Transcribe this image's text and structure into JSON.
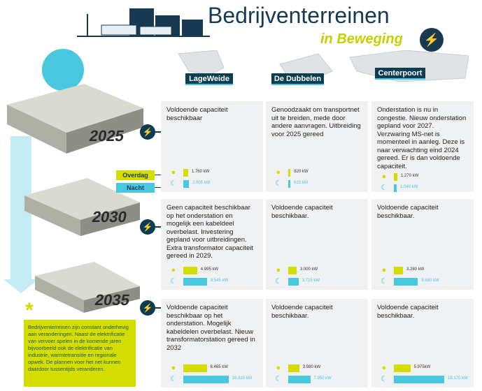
{
  "header": {
    "title": "Bedrijventerreinen",
    "subtitle": "in Beweging"
  },
  "legend": {
    "day": "Overdag",
    "night": "Nacht"
  },
  "colors": {
    "navy": "#0b3d52",
    "day": "#d4dc00",
    "night": "#49c7de",
    "card": "#f0f1f3"
  },
  "areas": [
    "LageWeide",
    "De Dubbelen",
    "Centerpoort"
  ],
  "years": [
    {
      "year": "2025",
      "cells": [
        {
          "text": "Voldoende capaciteit beschikbaar",
          "day_kw": 1760,
          "day": "1.760 kW",
          "night_kw": 2005,
          "night": "2.005 kW"
        },
        {
          "text": "Genoodzaakt om transportnet uit te breiden, mede door andere aanvragen. Uitbreiding voor 2025 gereed",
          "day_kw": 820,
          "day": "820 kW",
          "night_kw": 615,
          "night": "615 kW"
        },
        {
          "text": "Onderstation is nu in congestie. Nieuw onderstation gepland voor 2027. Verzwaring MS-net is momenteel in aanleg. Deze is naar verwachting eind 2024 gereed. Er is dan voldoende capaciteit.",
          "day_kw": 1270,
          "day": "1.270 kW",
          "night_kw": 1040,
          "night": "1.040 kW"
        }
      ]
    },
    {
      "year": "2030",
      "cells": [
        {
          "text": "Geen capaciteit beschikbaar op het onderstation en mogelijk een kabeldeel overbelast. Investering gepland voor uitbreidingen. Extra transformator capaciteit gereed in 2029.",
          "day_kw": 4995,
          "day": "4.995 kW",
          "night_kw": 8545,
          "night": "8.545 kW"
        },
        {
          "text": "Voldoende capaciteit beschikbaar.",
          "day_kw": 3000,
          "day": "3.000 kW",
          "night_kw": 3715,
          "night": "3.715 kW"
        },
        {
          "text": "Voldoende capaciteit beschikbaar.",
          "day_kw": 3280,
          "day": "3.280 kW",
          "night_kw": 8680,
          "night": "8.680 kW"
        }
      ]
    },
    {
      "year": "2035",
      "cells": [
        {
          "text": "Voldoende capaciteit beschikbaar op het onderstation. Mogelijk kabeldelen overbelast. Nieuw transformatorstation gereed in 2032",
          "day_kw": 8465,
          "day": "8.465 kW",
          "night_kw": 16315,
          "night": "16.315 kW"
        },
        {
          "text": "Voldoende capaciteit beschikbaar.",
          "day_kw": 3980,
          "day": "3.980 kW",
          "night_kw": 7950,
          "night": "7.950 kW"
        },
        {
          "text": "Voldoende capaciteit beschikbaar.",
          "day_kw": 5975,
          "day": "5.975kW",
          "night_kw": 18170,
          "night": "18.170 kW"
        }
      ]
    }
  ],
  "note": "Bedrijventerreinen zijn constant onderhevig aan veranderingen. Naast de elektrificatie van vervoer spelen in de komende jaren bijvoorbeeld ook de elektrificatie van industrie, warmtetransitie en regionale opwek. De plannen voor het net kunnen daardoor tussentijds veranderen."
}
